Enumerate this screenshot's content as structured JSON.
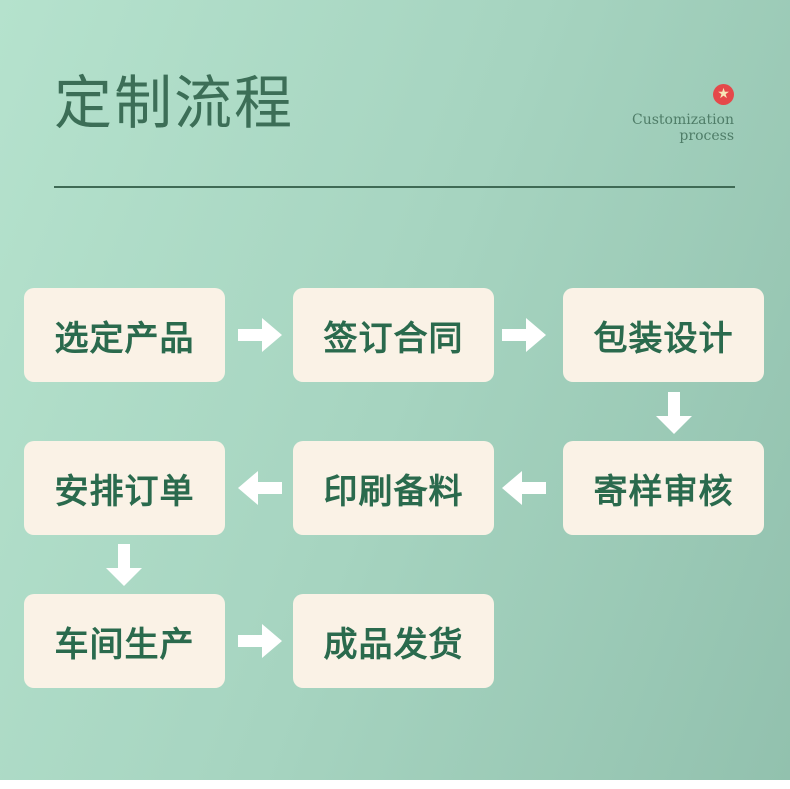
{
  "header": {
    "title": "定制流程",
    "subtitle_line1": "Customization",
    "subtitle_line2": "process",
    "star_icon": "star-icon"
  },
  "steps": [
    "选定产品",
    "签订合同",
    "包装设计",
    "寄样审核",
    "印刷备料",
    "安排订单",
    "车间生产",
    "成品发货"
  ],
  "colors": {
    "text": "#2a6a4d",
    "box": "#faf2e6",
    "accent": "#e5484a"
  }
}
